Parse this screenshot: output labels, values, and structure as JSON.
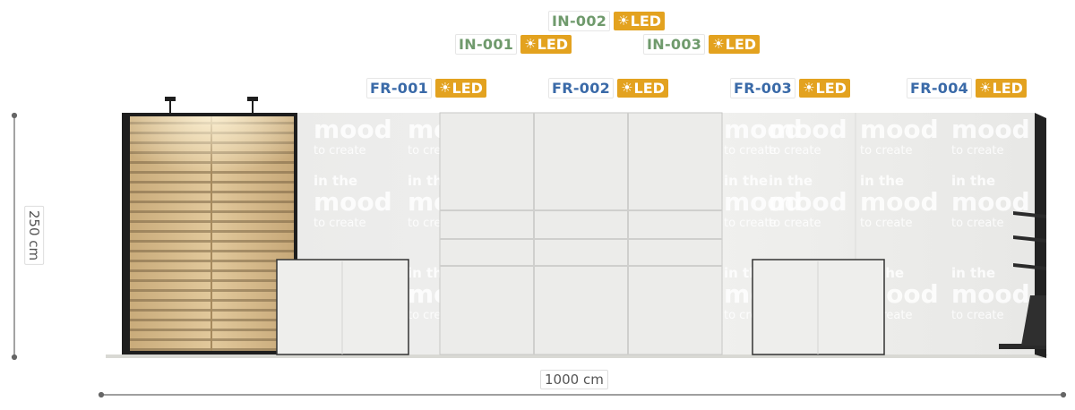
{
  "lights": [
    {
      "code": "IN-002",
      "kind": "in",
      "led_label": "LED"
    },
    {
      "code": "IN-001",
      "kind": "in",
      "led_label": "LED"
    },
    {
      "code": "IN-003",
      "kind": "in",
      "led_label": "LED"
    },
    {
      "code": "FR-001",
      "kind": "fr",
      "led_label": "LED"
    },
    {
      "code": "FR-002",
      "kind": "fr",
      "led_label": "LED"
    },
    {
      "code": "FR-003",
      "kind": "fr",
      "led_label": "LED"
    },
    {
      "code": "FR-004",
      "kind": "fr",
      "led_label": "LED"
    }
  ],
  "dimensions": {
    "width_label": "1000 cm",
    "height_label": "250 cm"
  },
  "wall_graphic": {
    "line1": "in the",
    "line2": "mood",
    "line3": "to create"
  },
  "colors": {
    "fr_code": "#3a6aa8",
    "in_code": "#6f9a6c",
    "led_badge": "#e3a21f"
  }
}
